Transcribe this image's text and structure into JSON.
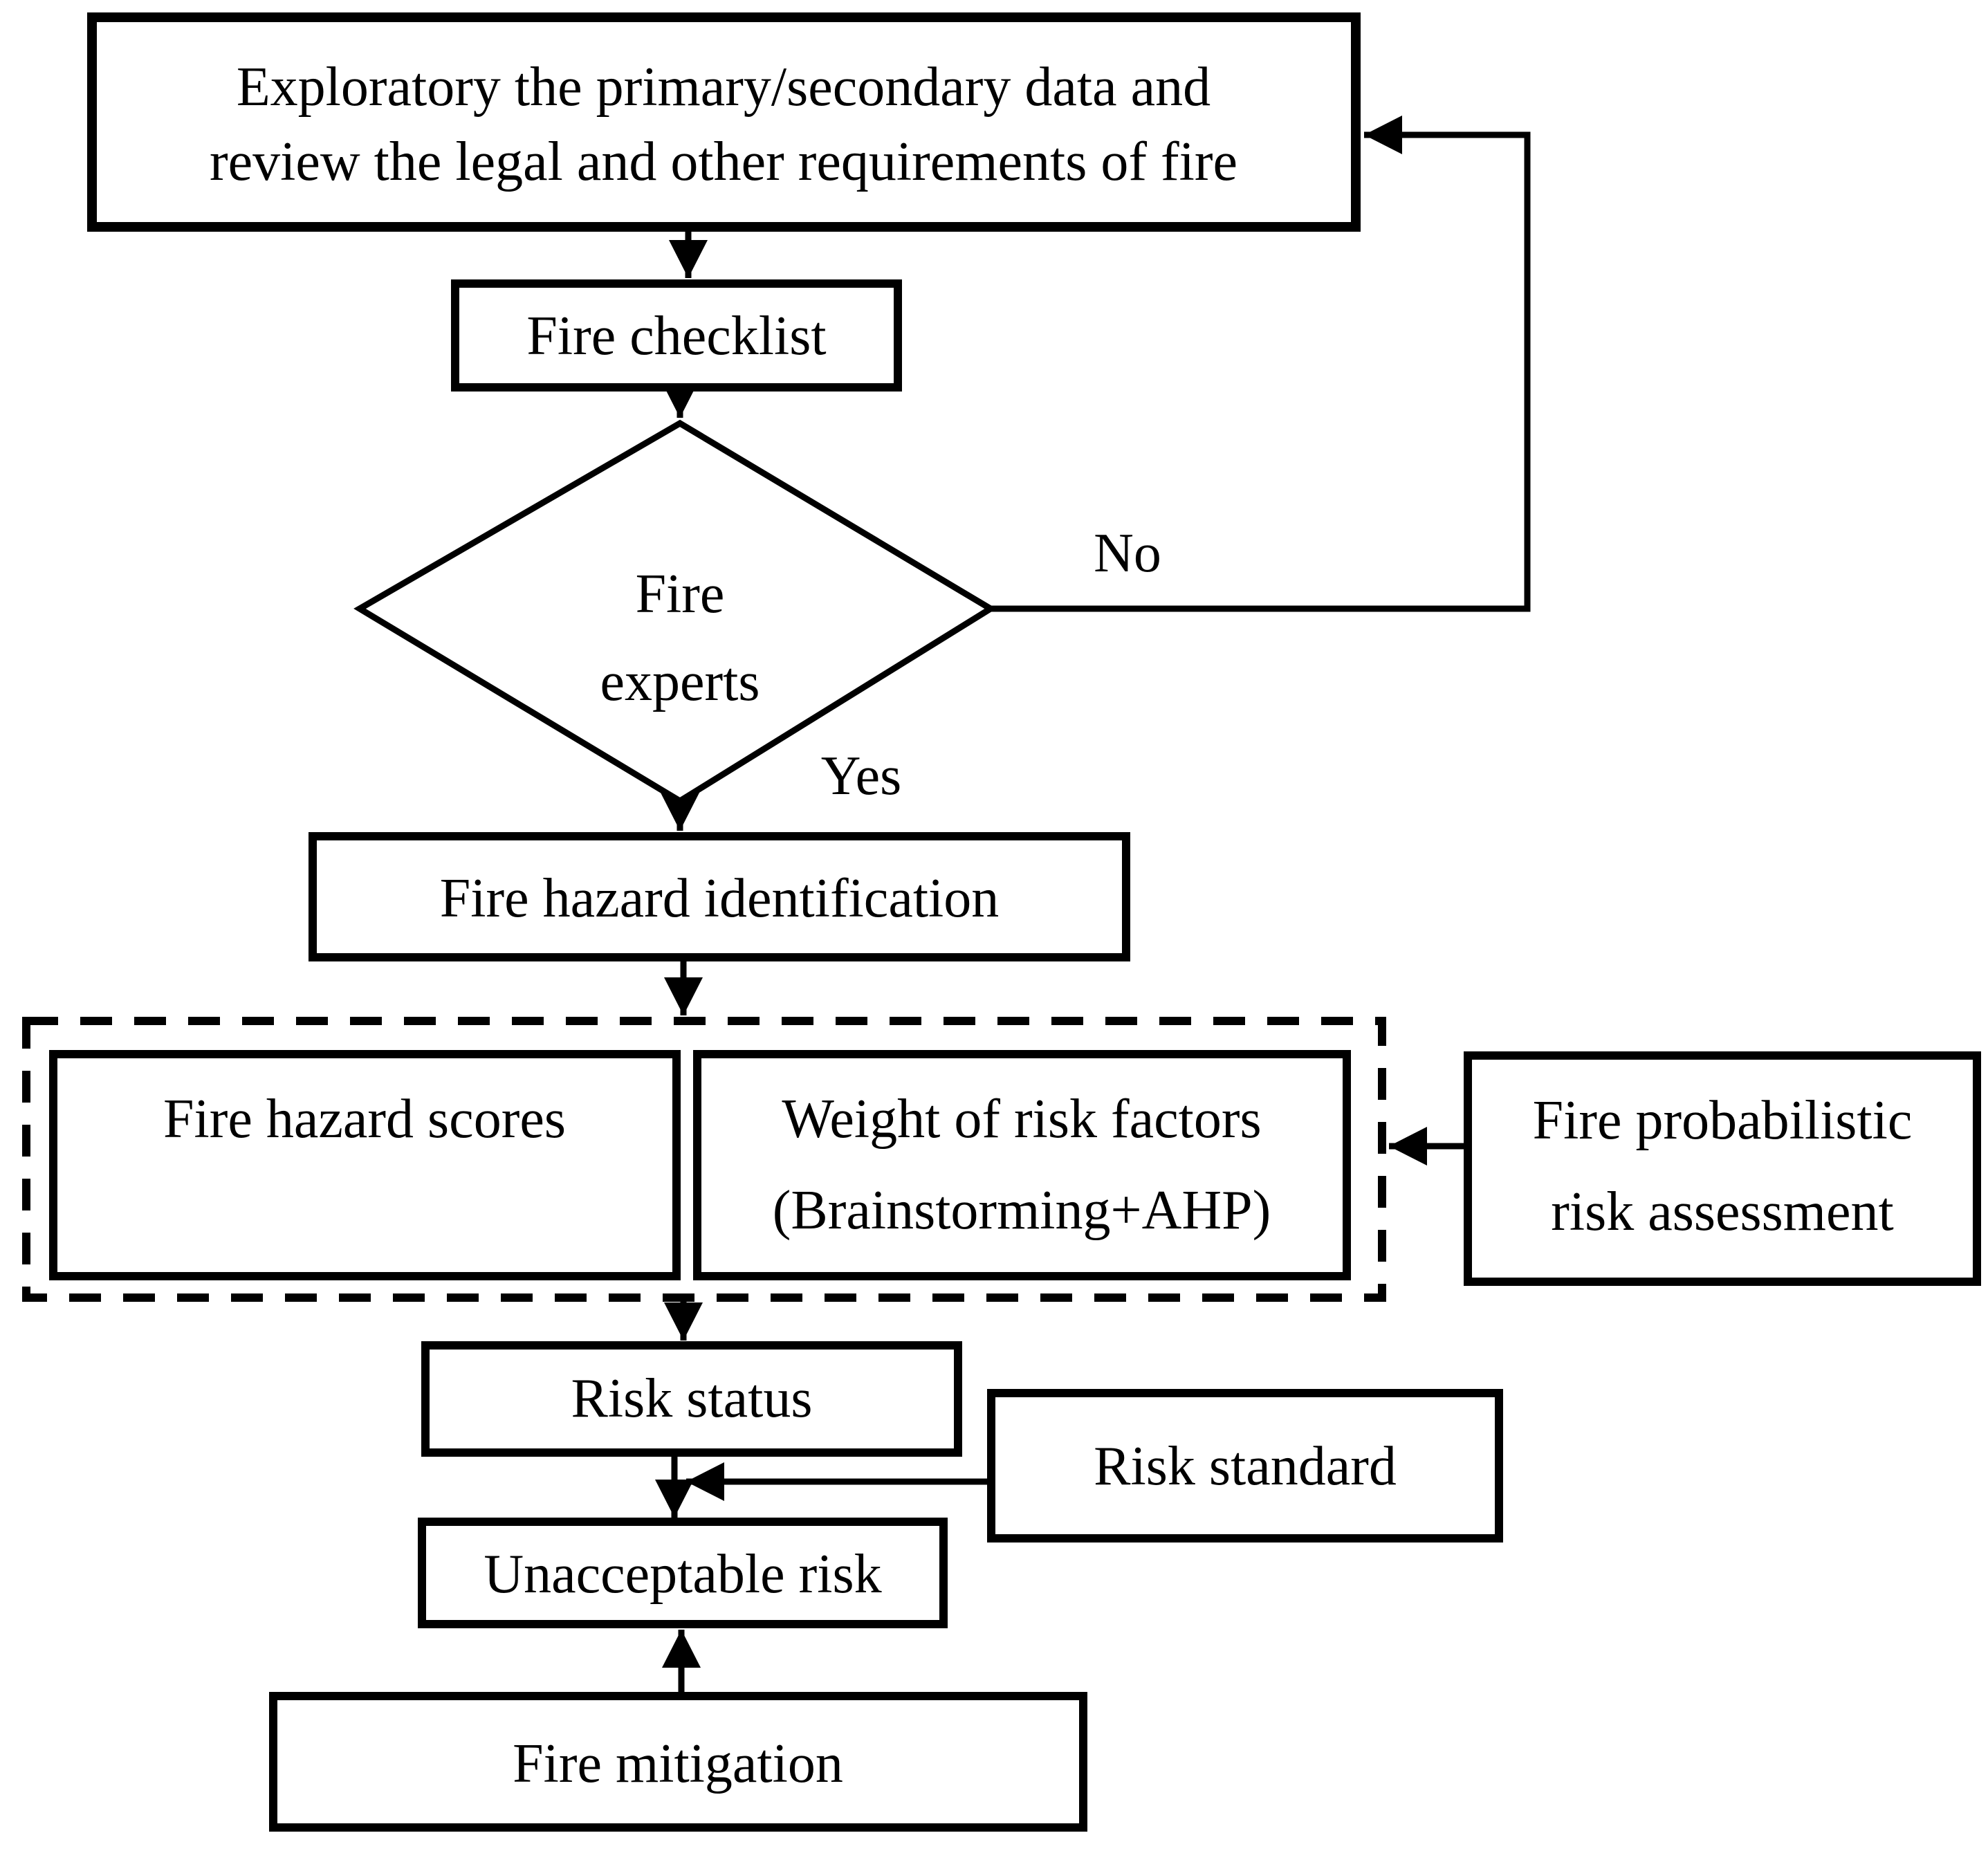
{
  "colors": {
    "ink": "#000000",
    "paper": "#ffffff"
  },
  "diagram": {
    "nodes": {
      "exploratory": {
        "line1": "Exploratory the primary/secondary data and",
        "line2": "review the legal and other requirements of fire"
      },
      "fire_checklist": {
        "label": "Fire checklist"
      },
      "fire_experts": {
        "line1": "Fire",
        "line2": "experts"
      },
      "fire_hazard_identification": {
        "label": "Fire hazard identification"
      },
      "fire_hazard_scores": {
        "label": "Fire hazard scores"
      },
      "weight_risk_factors": {
        "line1": "Weight of risk factors",
        "line2": "(Brainstorming+AHP)"
      },
      "fire_probabilistic": {
        "line1": "Fire probabilistic",
        "line2": "risk assessment"
      },
      "risk_status": {
        "label": "Risk status"
      },
      "risk_standard": {
        "label": "Risk standard"
      },
      "unacceptable_risk": {
        "label": "Unacceptable risk"
      },
      "fire_mitigation": {
        "label": "Fire mitigation"
      }
    },
    "edges": {
      "no_label": "No",
      "yes_label": "Yes"
    }
  }
}
